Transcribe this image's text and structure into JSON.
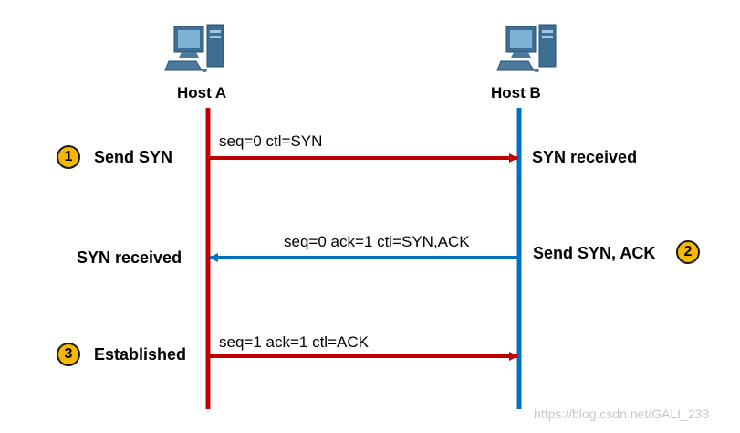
{
  "hosts": {
    "a": {
      "label": "Host A"
    },
    "b": {
      "label": "Host B"
    }
  },
  "messages": [
    {
      "text": "seq=0 ctl=SYN",
      "direction": "a-to-b",
      "color": "#c00000"
    },
    {
      "text": "seq=0 ack=1 ctl=SYN,ACK",
      "direction": "b-to-a",
      "color": "#0070c0"
    },
    {
      "text": "seq=1 ack=1 ctl=ACK",
      "direction": "a-to-b",
      "color": "#c00000"
    }
  ],
  "steps": [
    {
      "number": "1",
      "label": "Send SYN"
    },
    {
      "number": "2",
      "label": "Send SYN, ACK"
    },
    {
      "number": "3",
      "label": "Established"
    }
  ],
  "states": {
    "b_after_1": "SYN received",
    "a_after_2": "SYN received"
  },
  "colors": {
    "host_a_line": "#c00000",
    "host_b_line": "#0070c0",
    "badge": "#f5b800"
  },
  "watermark": "https://blog.csdn.net/GALI_233"
}
